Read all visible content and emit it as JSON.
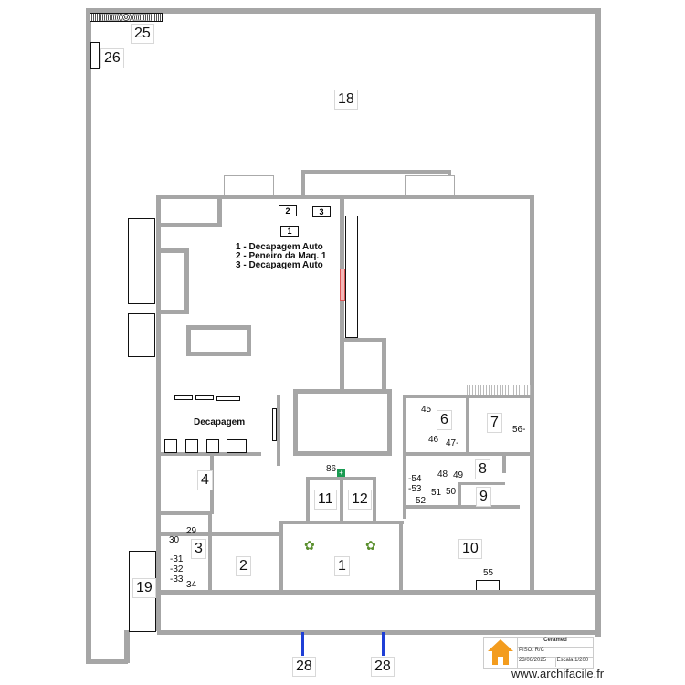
{
  "plan": {
    "legend": [
      "1 - Decapagem Auto",
      "2 - Peneiro da Maq. 1",
      "3 - Decapagem Auto"
    ],
    "rooms": {
      "r18": "18",
      "r25": "25",
      "r26": "26",
      "r19": "19",
      "r1": "1",
      "r2": "2",
      "r3": "3",
      "r4": "4",
      "r6": "6",
      "r7": "7",
      "r8": "8",
      "r9": "9",
      "r10": "10",
      "r11": "11",
      "r12": "12",
      "r28a": "28",
      "r28b": "28"
    },
    "machines": {
      "m1": "1",
      "m2": "2",
      "m3": "3"
    },
    "area_label": "Decapagem",
    "markers": {
      "m29": "29",
      "m30": "30",
      "m31": "-31",
      "m32": "-32",
      "m33": "-33",
      "m34": "34",
      "m45": "45",
      "m46": "46",
      "m47": "47-",
      "m48": "48",
      "m49": "49",
      "m50": "50",
      "m51": "51",
      "m52": "52",
      "m53": "-53",
      "m54": "-54",
      "m55": "55",
      "m56": "56-",
      "m86": "86"
    }
  },
  "title_block": {
    "company": "Ceramed",
    "floor": "PISO: R/C",
    "date": "23/06/2025",
    "scale": "Escala 1/200",
    "watermark": "www.archifacile.fr",
    "logo_color": "#f39c1e"
  }
}
